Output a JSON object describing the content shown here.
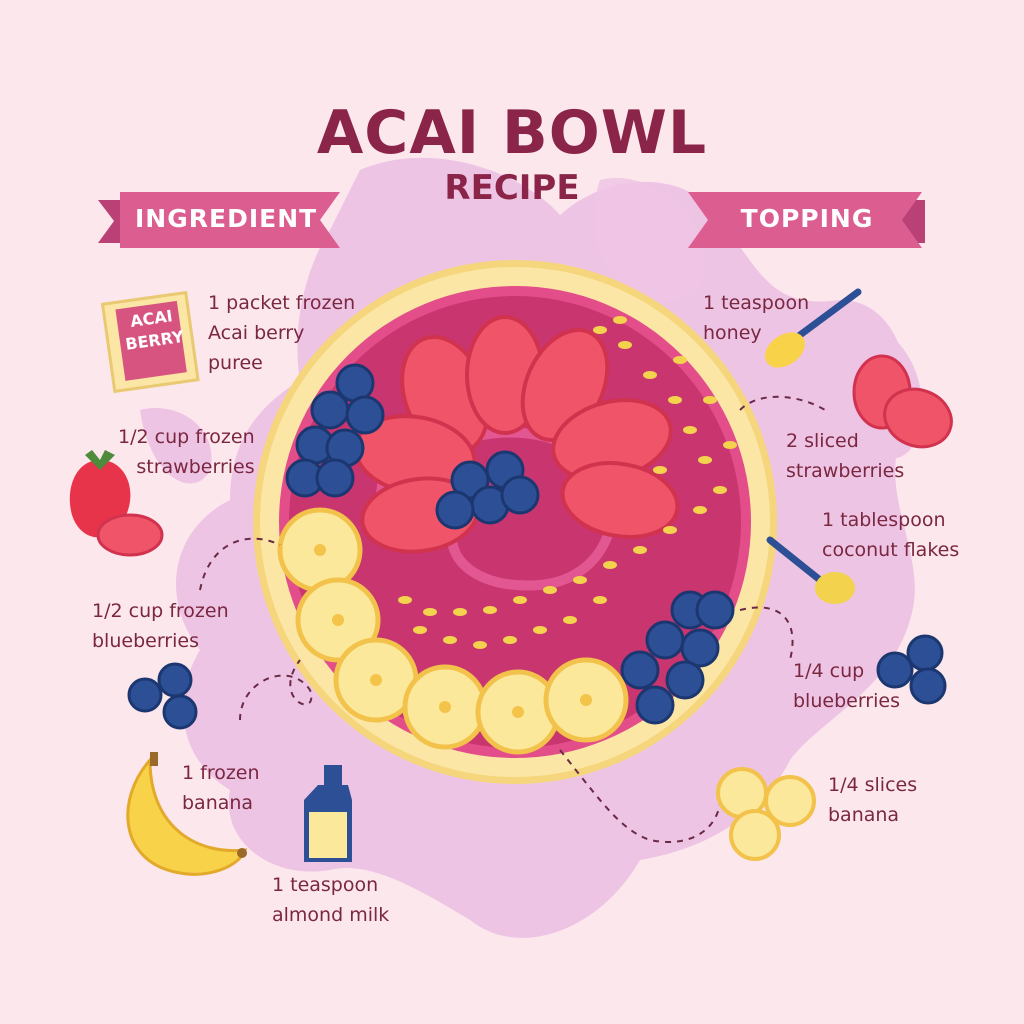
{
  "title": "ACAI BOWL",
  "subtitle": "RECIPE",
  "ribbons": {
    "ingredient": "INGREDIENT",
    "topping": "TOPPING"
  },
  "packet_label": "ACAI\nBERRY",
  "ingredients": [
    "1 packet frozen\nAcai berry\npuree",
    "1/2 cup frozen\nstrawberries",
    "1/2 cup frozen\nblueberries",
    "1 frozen\nbanana",
    "1 teaspoon\nalmond milk"
  ],
  "toppings": [
    "1 teaspoon\nhoney",
    "2 sliced\nstrawberries",
    "1 tablespoon\ncoconut flakes",
    "1/4 cup\nblueberries",
    "1/4 slices\nbanana"
  ],
  "colors": {
    "background": "#fce7ec",
    "blob": "#eec4e4",
    "title": "#8a2448",
    "ribbon": "#dc5d8f",
    "ribbon_dark": "#b94175",
    "bowl_rim": "#fbe6a6",
    "acai": "#c9356f",
    "strawberry": "#f05468",
    "blueberry": "#2c4f95",
    "banana": "#fbe89a",
    "granola": "#f3d24d",
    "text": "#7a2740"
  },
  "icons": [
    "acai-packet-icon",
    "strawberry-icon",
    "blueberry-icon",
    "banana-icon",
    "almond-milk-bottle-icon",
    "honey-spoon-icon",
    "sliced-strawberry-icon",
    "coconut-spoon-icon",
    "banana-slices-icon"
  ]
}
